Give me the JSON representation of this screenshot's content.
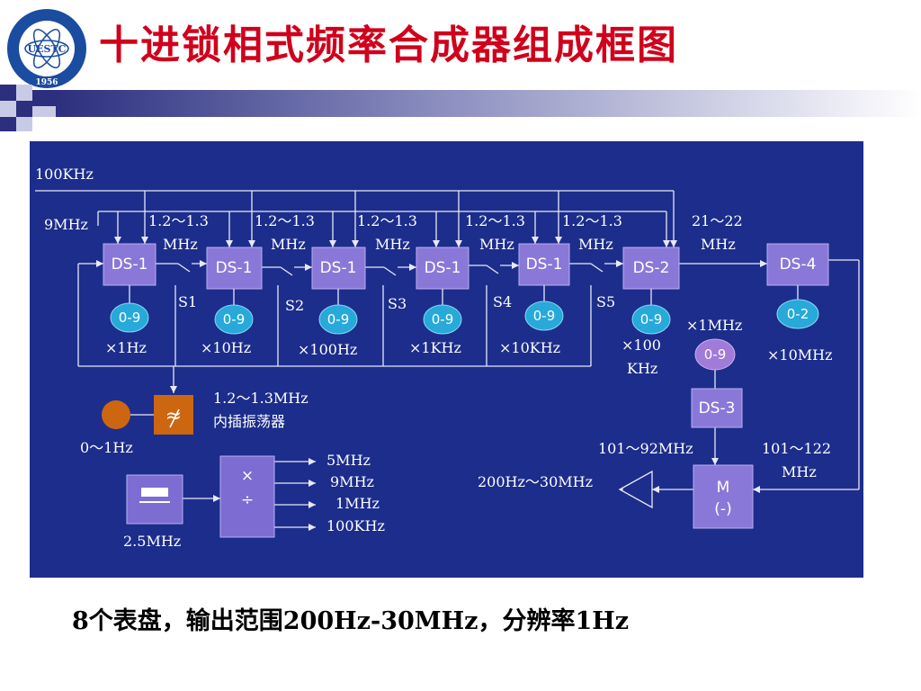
{
  "slide": {
    "title": "十进锁相式频率合成器组成框图",
    "caption": "8个表盘，输出范围200Hz-30MHz，分辨率1Hz"
  },
  "logo": {
    "text": "UESTC",
    "year": "1956"
  },
  "diagram": {
    "inputs": {
      "ref_100k": "100KHz",
      "ref_9m": "9MHz"
    },
    "inject_labels": [
      {
        "line1": "1.2～1.3",
        "line2": "MHz"
      },
      {
        "line1": "1.2～1.3",
        "line2": "MHz"
      },
      {
        "line1": "1.2～1.3",
        "line2": "MHz"
      },
      {
        "line1": "1.2～1.3",
        "line2": "MHz"
      },
      {
        "line1": "1.2～1.3",
        "line2": "MHz"
      }
    ],
    "ds2_range": {
      "line1": "21～22",
      "line2": "MHz"
    },
    "blocks": {
      "ds1": "DS-1",
      "ds2": "DS-2",
      "ds3": "DS-3",
      "ds4": "DS-4",
      "mixer_line1": "M",
      "mixer_line2": "(-)",
      "divider_mul": "×",
      "divider_div": "÷"
    },
    "switches": [
      "S1",
      "S2",
      "S3",
      "S4",
      "S5"
    ],
    "dials": [
      "0-9",
      "0-9",
      "0-9",
      "0-9",
      "0-9",
      "0-9",
      "0-2"
    ],
    "dial_ds3": "0-9",
    "multipliers": [
      "×1Hz",
      "×10Hz",
      "×100Hz",
      "×1KHz",
      "×10KHz"
    ],
    "mult_ds2": {
      "line1": "×100",
      "line2": "KHz"
    },
    "mult_ds3": "×1MHz",
    "mult_ds4": "×10MHz",
    "interp_osc": {
      "line1": "1.2～1.3MHz",
      "line2": "内插振荡器"
    },
    "tuning_knob": "0～1Hz",
    "crystal": "2.5MHz",
    "divider_outputs": [
      "5MHz",
      "9MHz",
      "1MHz",
      "100KHz"
    ],
    "ds3_out": "101～92MHz",
    "ds4_out": {
      "line1": "101～122",
      "line2": "MHz"
    },
    "output": "200Hz～30MHz"
  },
  "colors": {
    "title": "#d0001c",
    "diagram_bg": "#1c2d8c",
    "block": "#8a78d8",
    "dial": "#27a9d9",
    "osc": "#cc6611",
    "ds3_dial": "#a27ad8"
  }
}
